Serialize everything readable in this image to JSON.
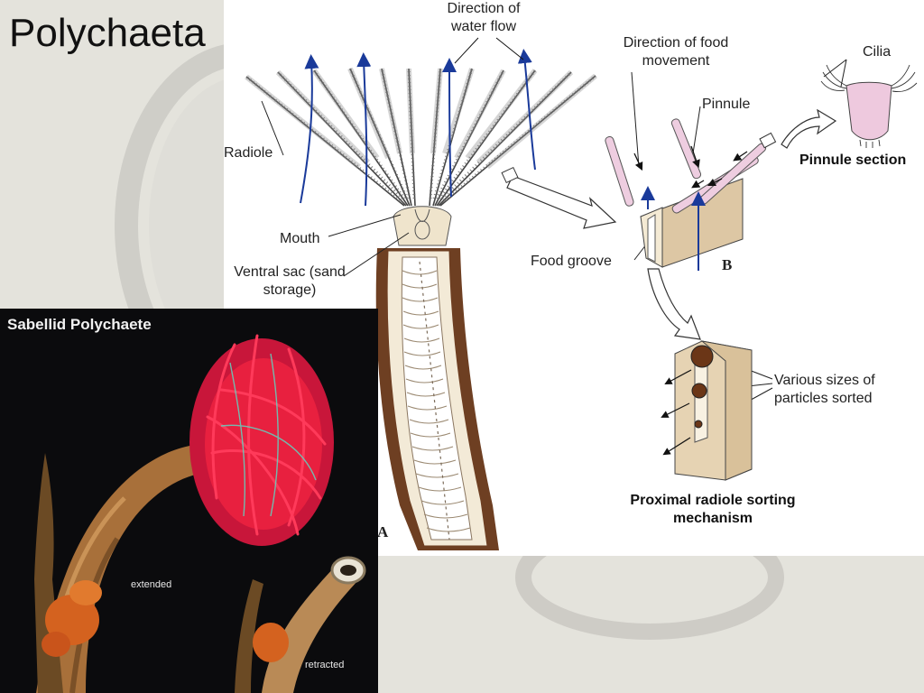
{
  "slide": {
    "title": "Polychaeta"
  },
  "diagram": {
    "labels": {
      "water_flow": "Direction of water flow",
      "food_movement": "Direction of food movement",
      "cilia": "Cilia",
      "pinnule": "Pinnule",
      "pinnule_section": "Pinnule section",
      "radiole": "Radiole",
      "mouth": "Mouth",
      "ventral_sac": "Ventral sac (sand storage)",
      "food_groove": "Food groove",
      "figure_b": "B",
      "figure_a": "A",
      "particles": "Various sizes of particles sorted",
      "sorting": "Proximal radiole sorting mechanism"
    }
  },
  "photo": {
    "title": "Sabellid Polychaete",
    "captions": {
      "extended": "extended",
      "retracted": "retracted"
    }
  },
  "colors": {
    "slide_background": "#e4e3dc",
    "water_flow_arrow": "#1a3a9a",
    "tube_brown": "#6e3f22",
    "crown_red": "#e8203f",
    "pinnule_pink": "#eecde0"
  }
}
